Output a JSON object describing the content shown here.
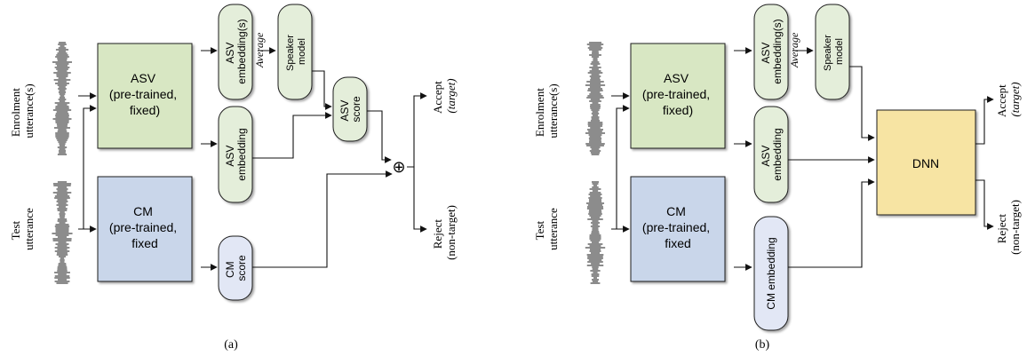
{
  "colors": {
    "asv_block": "#d8e7c3",
    "cm_block": "#c9d6ea",
    "dnn_block": "#f7e4a3",
    "pill_green": "#e4eeda",
    "pill_blue": "#e2e7f5",
    "waveform": "#8c8c8c"
  },
  "panel_a": {
    "caption": "(a)",
    "enrolment_label": [
      "Enrolment",
      "utterance(s)"
    ],
    "test_label": [
      "Test",
      "utterance"
    ],
    "asv_block": [
      "ASV",
      "(pre-trained,",
      "fixed)"
    ],
    "cm_block": [
      "CM",
      "(pre-trained,",
      "fixed"
    ],
    "asv_embeddings": [
      "ASV",
      "embedding(s)"
    ],
    "average": "Average",
    "speaker_model": [
      "Speaker",
      "model"
    ],
    "asv_score": [
      "ASV",
      "score"
    ],
    "asv_embedding": [
      "ASV",
      "embedding"
    ],
    "cm_score": [
      "CM",
      "score"
    ],
    "fusion_symbol": "⊕",
    "accept": "Accept",
    "accept_sub": "(target)",
    "reject": "Reject",
    "reject_sub": "(non-target)"
  },
  "panel_b": {
    "caption": "(b)",
    "enrolment_label": [
      "Enrolment",
      "utterance(s)"
    ],
    "test_label": [
      "Test",
      "utterance"
    ],
    "asv_block": [
      "ASV",
      "(pre-trained,",
      "fixed)"
    ],
    "cm_block": [
      "CM",
      "(pre-trained,",
      "fixed"
    ],
    "asv_embeddings": [
      "ASV",
      "embedding(s)"
    ],
    "average": "Average",
    "speaker_model": [
      "Speaker",
      "model"
    ],
    "asv_embedding": [
      "ASV",
      "embedding"
    ],
    "cm_embedding": "CM embedding",
    "dnn": "DNN",
    "accept": "Accept",
    "accept_sub": "(target)",
    "reject": "Reject",
    "reject_sub": "(non-target)"
  }
}
